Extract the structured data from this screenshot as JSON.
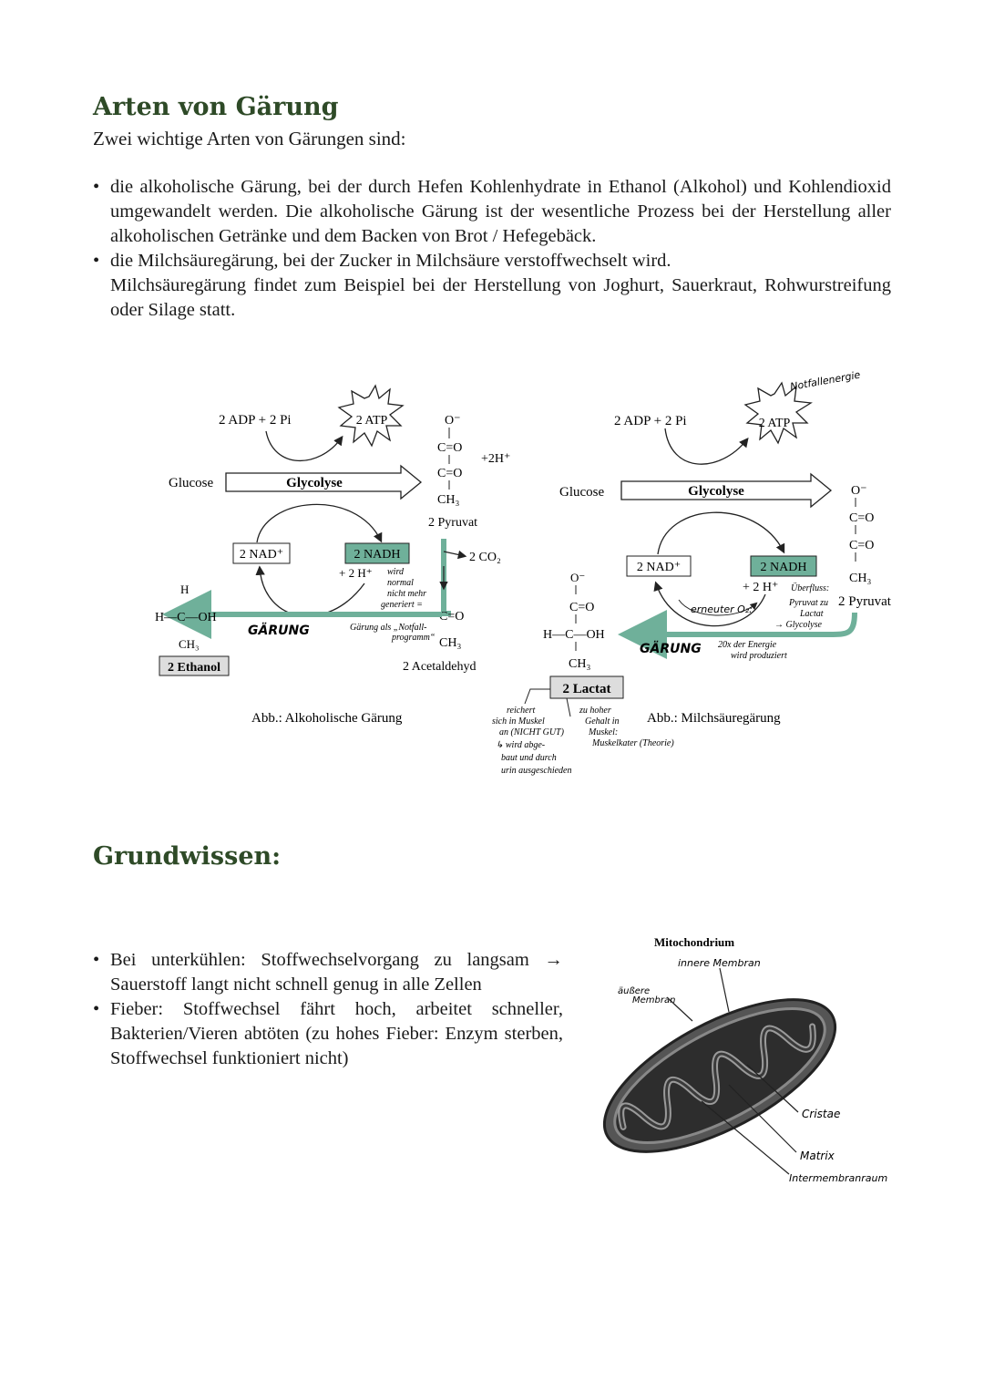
{
  "section1": {
    "title": "Arten von Gärung",
    "intro": "Zwei wichtige Arten von Gärungen sind:",
    "bullets": [
      {
        "text": "die alkoholische Gärung, bei der durch Hefen Kohlenhydrate in Ethanol (Alkohol) und Kohlendioxid umgewandelt werden. Die alkoholische Gärung ist der wesentliche Prozess bei der Herstellung aller alkoholischen Getränke und dem Backen von Brot / Hefegebäck."
      },
      {
        "text": "die Milchsäuregärung, bei der Zucker in Milchsäure verstoffwechselt wird.",
        "extra": "Milchsäuregärung findet zum Beispiel bei der Herstellung von Joghurt, Sauerkraut, Rohwurstreifung oder Silage statt."
      }
    ]
  },
  "fig1": {
    "adp": "2 ADP + 2 Pi",
    "atp": "2 ATP",
    "glucose": "Glucose",
    "glycolyse": "Glycolyse",
    "nad": "2 NAD⁺",
    "nadh": "2 NADH",
    "h": "+ 2 H⁺",
    "hplus": "+2H⁺",
    "pyruvat": "2 Pyruvat",
    "co2": "2 CO₂",
    "acetaldehyd": "2 Acetaldehyd",
    "ethanol": "2 Ethanol",
    "gaerung": "GÄRUNG",
    "note1": [
      "wird",
      "normal",
      "nicht mehr",
      "generiert ="
    ],
    "note2": [
      "Gärung als „Notfall-",
      "programm“"
    ],
    "caption": "Abb.: Alkoholische Gärung"
  },
  "fig2": {
    "adp": "2 ADP + 2 Pi",
    "atp": "2 ATP",
    "notfall": "Notfallenergie",
    "glucose": "Glucose",
    "glycolyse": "Glycolyse",
    "nad": "2 NAD⁺",
    "nadh": "2 NADH",
    "h": "+ 2 H⁺",
    "pyruvat": "2 Pyruvat",
    "lactat": "2 Lactat",
    "gaerung": "GÄRUNG",
    "erneuter": "erneuter O₂:",
    "ueberfluss": [
      "Überfluss:",
      "Pyruvat zu",
      "Lactat",
      "→ Glycolyse"
    ],
    "energie": [
      "20x der Energie",
      "wird produziert"
    ],
    "left_note": [
      "reichert",
      "sich in Muskel",
      "an (NICHT GUT)",
      "↳ wird abge-",
      "baut und durch",
      "urin ausgeschieden"
    ],
    "right_note": [
      "zu hoher",
      "Gehalt in",
      "Muskel:",
      "Muskelkater (Theorie)"
    ],
    "caption": "Abb.: Milchsäuregärung"
  },
  "section2": {
    "title": "Grundwissen:",
    "bullets": [
      "Bei unterkühlen: Stoffwechselvorgang zu langsam → Sauerstoff langt nicht schnell genug in alle Zellen",
      "Fieber: Stoffwechsel fährt hoch, arbeitet schneller, Bakterien/Vieren abtöten (zu hohes Fieber: Enzym sterben, Stoffwechsel funktioniert nicht)"
    ]
  },
  "mito": {
    "title": "Mitochondrium",
    "inner": "innere Membran",
    "outer": [
      "äußere",
      "Membran"
    ],
    "cristae": "Cristae",
    "matrix": "Matrix",
    "intermembran": "Intermembranraum"
  }
}
